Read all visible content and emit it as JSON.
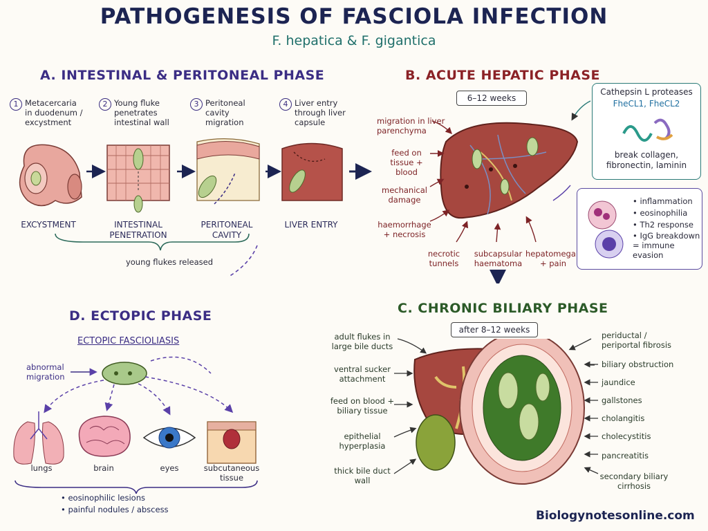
{
  "header": {
    "title": "PATHOGENESIS OF FASCIOLA INFECTION",
    "subtitle": "F. hepatica & F. gigantica"
  },
  "phase_a": {
    "heading": "A. INTESTINAL & PERITONEAL PHASE",
    "steps": [
      {
        "num": "1",
        "text": "Metacercaria in duodenum / excystment",
        "caption": "EXCYSTMENT"
      },
      {
        "num": "2",
        "text": "Young fluke penetrates intestinal wall",
        "caption": "INTESTINAL PENETRATION"
      },
      {
        "num": "3",
        "text": "Peritoneal cavity migration",
        "caption": "PERITONEAL CAVITY"
      },
      {
        "num": "4",
        "text": "Liver entry through liver capsule",
        "caption": "LIVER ENTRY"
      }
    ],
    "brace_label": "young flukes released"
  },
  "phase_b": {
    "heading": "B. ACUTE HEPATIC PHASE",
    "duration": "6–12 weeks",
    "labels": [
      "migration in liver parenchyma",
      "feed on tissue + blood",
      "mechanical damage",
      "haemorrhage + necrosis",
      "necrotic tunnels",
      "subcapsular haematoma",
      "hepatomegaly + pain"
    ],
    "enzyme_box": {
      "title": "Cathepsin L proteases",
      "names": "FheCL1, FheCL2",
      "action": "break collagen, fibronectin, laminin"
    },
    "immune_box": [
      "inflammation",
      "eosinophilia",
      "Th2 response",
      "IgG breakdown = immune evasion"
    ]
  },
  "phase_c": {
    "heading": "C. CHRONIC BILIARY PHASE",
    "duration": "after 8–12 weeks",
    "left_labels": [
      "adult flukes in large bile ducts",
      "ventral sucker attachment",
      "feed on blood + biliary tissue",
      "epithelial hyperplasia",
      "thick bile duct wall"
    ],
    "right_labels": [
      "periductal / periportal fibrosis",
      "biliary obstruction",
      "jaundice",
      "gallstones",
      "cholangitis",
      "cholecystitis",
      "pancreatitis",
      "secondary biliary cirrhosis"
    ]
  },
  "phase_d": {
    "heading": "D. ECTOPIC PHASE",
    "subheading": "ECTOPIC FASCIOLIASIS",
    "migration_label": "abnormal migration",
    "sites": [
      "lungs",
      "brain",
      "eyes",
      "subcutaneous tissue"
    ],
    "effects": [
      "eosinophilic lesions",
      "painful nodules / abscess"
    ]
  },
  "footer": {
    "website": "Biologynotesonline.com"
  },
  "colors": {
    "phase_a": "#3b2d84",
    "phase_b": "#8b2226",
    "phase_c": "#2c5a28",
    "liver": "#a6473f",
    "fluke": "#a9c98a"
  }
}
